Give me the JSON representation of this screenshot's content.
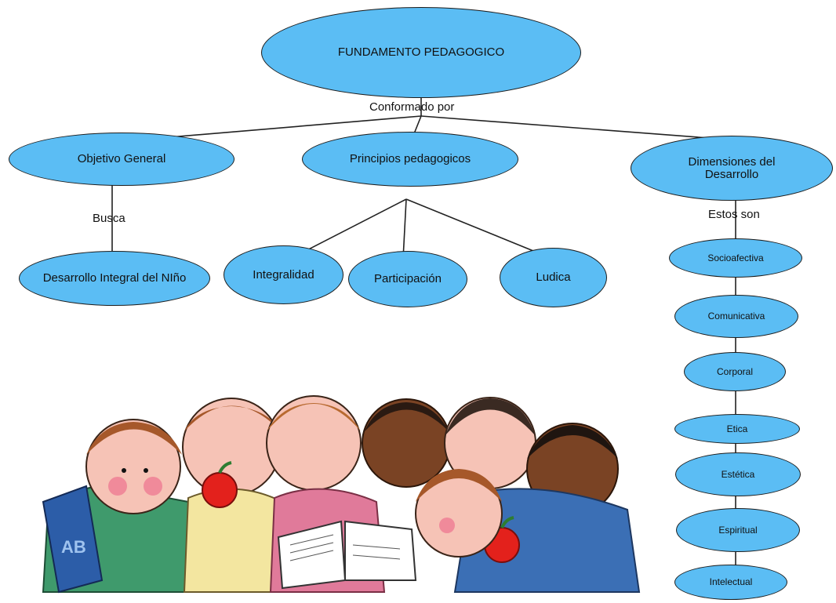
{
  "root": "FUNDAMENTO PEDAGOGICO",
  "root_link": "Conformado por",
  "branches": {
    "objetivo": {
      "label": "Objetivo General",
      "link": "Busca",
      "child": "Desarrollo Integral del NIño"
    },
    "principios": {
      "label": "Principios pedagogicos",
      "children": [
        "Integralidad",
        "Participación",
        "Ludica"
      ]
    },
    "dimensiones": {
      "label": "Dimensiones del Desarrollo",
      "link": "Estos son",
      "children": [
        "Socioafectiva",
        "Comunicativa",
        "Corporal",
        "Etica",
        "Estética",
        "Espiritual",
        "Intelectual"
      ]
    }
  },
  "illustration": {
    "subject": "children-reading-group",
    "colors": {
      "skin": "#f6c3b6",
      "dark_skin": "#7a4324",
      "hair_brown": "#a6582a",
      "green_overall": "#3f9a6c",
      "blue_dress": "#3b6fb5",
      "book_blue": "#2c5da8",
      "apple_red": "#e3211c"
    }
  },
  "colors": {
    "node_fill": "#5bbdf4",
    "node_border": "#1c1c1c",
    "line": "#222222"
  }
}
